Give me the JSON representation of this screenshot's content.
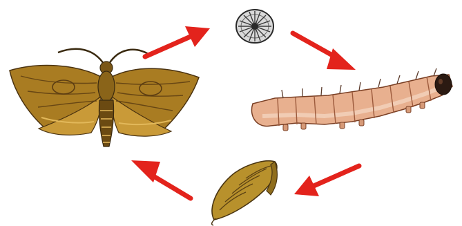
{
  "diagram": {
    "type": "life-cycle",
    "stages": [
      {
        "id": "egg",
        "icon": "egg-icon"
      },
      {
        "id": "larva",
        "icon": "caterpillar-icon"
      },
      {
        "id": "pupa",
        "icon": "pupa-icon"
      },
      {
        "id": "adult",
        "icon": "moth-icon"
      }
    ],
    "cycle_order": [
      "egg",
      "larva",
      "pupa",
      "adult"
    ],
    "arrow_color": "#e3231c",
    "colors": {
      "moth": "#b5892a",
      "moth_dark": "#6b4a12",
      "egg": "#d9d9d9",
      "larva": "#e8b08f",
      "larva_dark": "#9c5a3c",
      "pupa": "#b8912c"
    }
  }
}
